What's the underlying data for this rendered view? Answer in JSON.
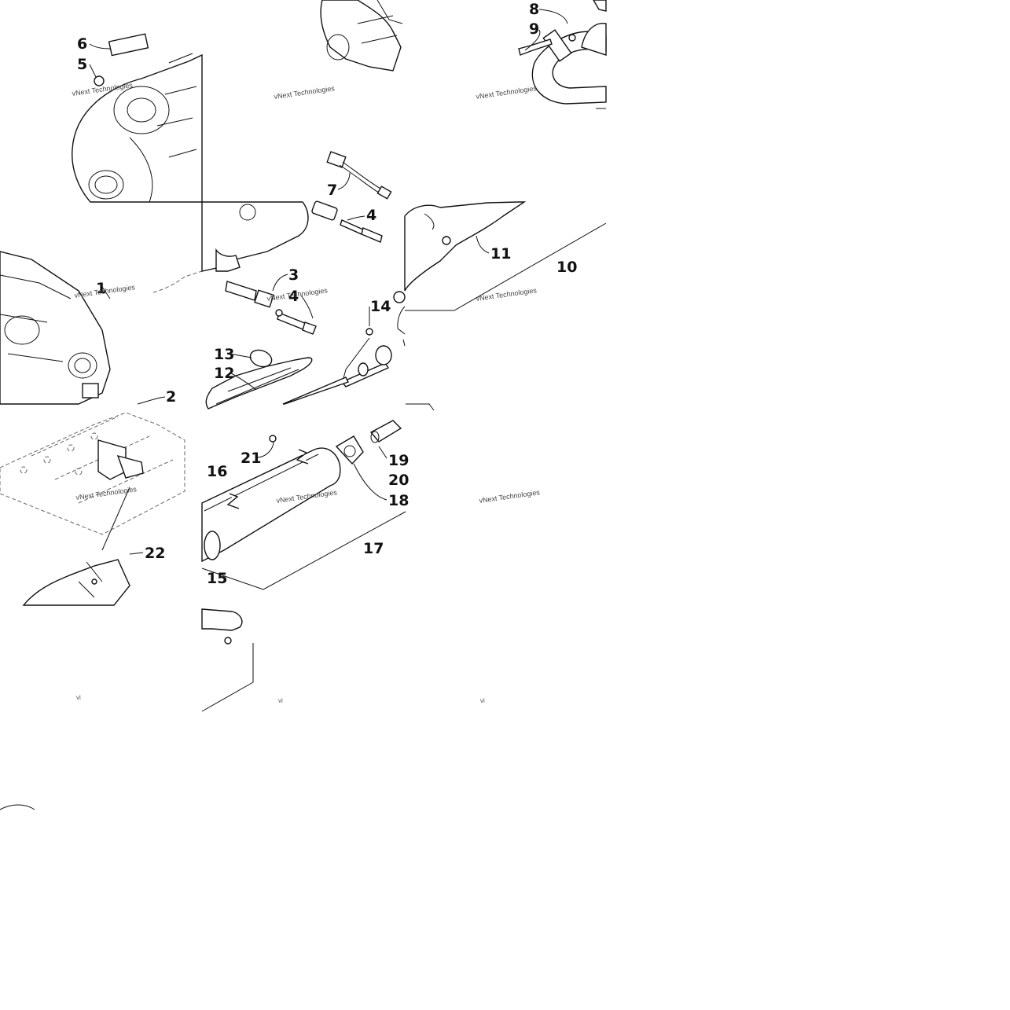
{
  "diagram": {
    "callouts": [
      {
        "id": "1",
        "label": "1"
      },
      {
        "id": "2",
        "label": "2"
      },
      {
        "id": "3",
        "label": "3"
      },
      {
        "id": "4a",
        "label": "4"
      },
      {
        "id": "4b",
        "label": "4"
      },
      {
        "id": "5",
        "label": "5"
      },
      {
        "id": "6",
        "label": "6"
      },
      {
        "id": "7",
        "label": "7"
      },
      {
        "id": "8",
        "label": "8"
      },
      {
        "id": "9",
        "label": "9"
      },
      {
        "id": "10",
        "label": "10"
      },
      {
        "id": "11",
        "label": "11"
      },
      {
        "id": "12",
        "label": "12"
      },
      {
        "id": "13",
        "label": "13"
      },
      {
        "id": "14",
        "label": "14"
      },
      {
        "id": "15",
        "label": "15"
      },
      {
        "id": "16",
        "label": "16"
      },
      {
        "id": "17",
        "label": "17"
      },
      {
        "id": "18",
        "label": "18"
      },
      {
        "id": "19",
        "label": "19"
      },
      {
        "id": "20",
        "label": "20"
      },
      {
        "id": "21",
        "label": "21"
      },
      {
        "id": "22",
        "label": "22"
      }
    ],
    "watermark_text": "vNext Technologies",
    "watermark_fragment": "vi"
  }
}
